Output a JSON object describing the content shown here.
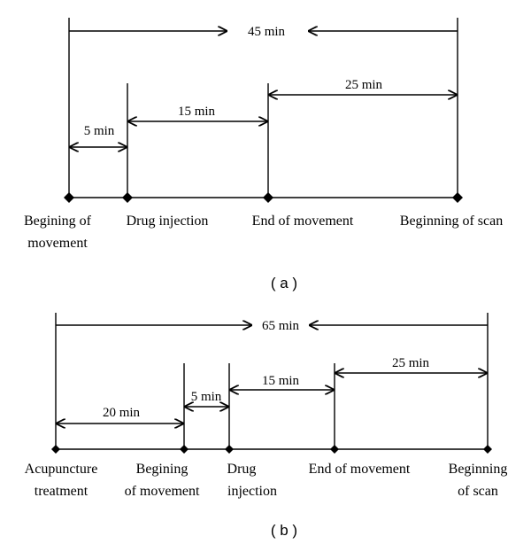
{
  "panel_a": {
    "caption": "( a )",
    "intervals": {
      "total": "45 min",
      "pre_injection": "5 min",
      "injection_to_end": "15 min",
      "end_to_scan": "25 min"
    },
    "events": [
      {
        "line1": "Begining of",
        "line2": "movement"
      },
      {
        "line1": "Drug injection",
        "line2": ""
      },
      {
        "line1": "End of movement",
        "line2": ""
      },
      {
        "line1": "Beginning of scan",
        "line2": ""
      }
    ]
  },
  "panel_b": {
    "caption": "( b )",
    "intervals": {
      "total": "65 min",
      "acupuncture_to_movement": "20 min",
      "movement_to_injection": "5 min",
      "injection_to_end": "15 min",
      "end_to_scan": "25 min"
    },
    "events": [
      {
        "line1": "Acupuncture",
        "line2": "treatment"
      },
      {
        "line1": "Begining",
        "line2": "of movement"
      },
      {
        "line1": "Drug",
        "line2": "injection"
      },
      {
        "line1": "End of movement",
        "line2": ""
      },
      {
        "line1": "Beginning",
        "line2": "of scan"
      }
    ]
  }
}
